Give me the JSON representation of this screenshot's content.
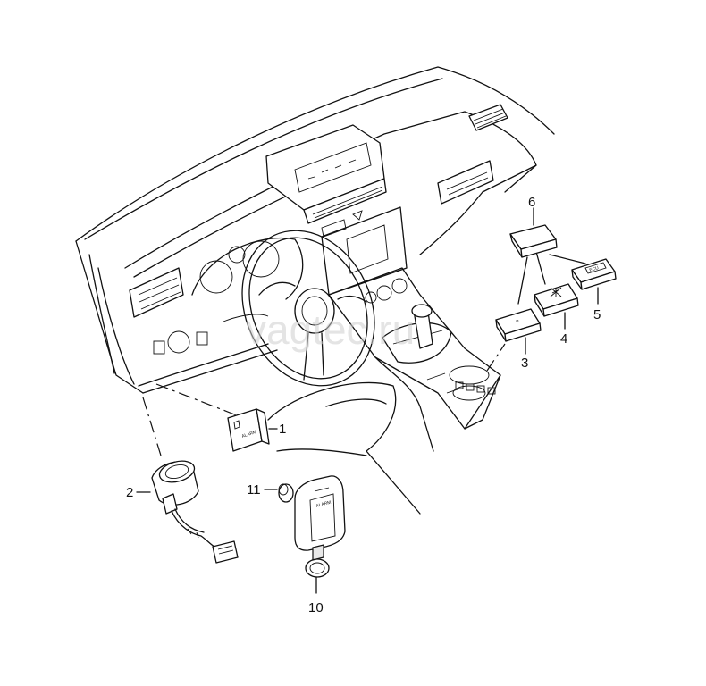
{
  "watermark": "vagteс.ru",
  "callouts": {
    "c1": "1",
    "c2": "2",
    "c3": "3",
    "c4": "4",
    "c5": "5",
    "c6": "6",
    "c10": "10",
    "c11": "11"
  },
  "part_labels": {
    "alarm_button": "ALARM",
    "key_fob": "ALARM",
    "switch_3": "P",
    "switch_5": "ECU"
  }
}
